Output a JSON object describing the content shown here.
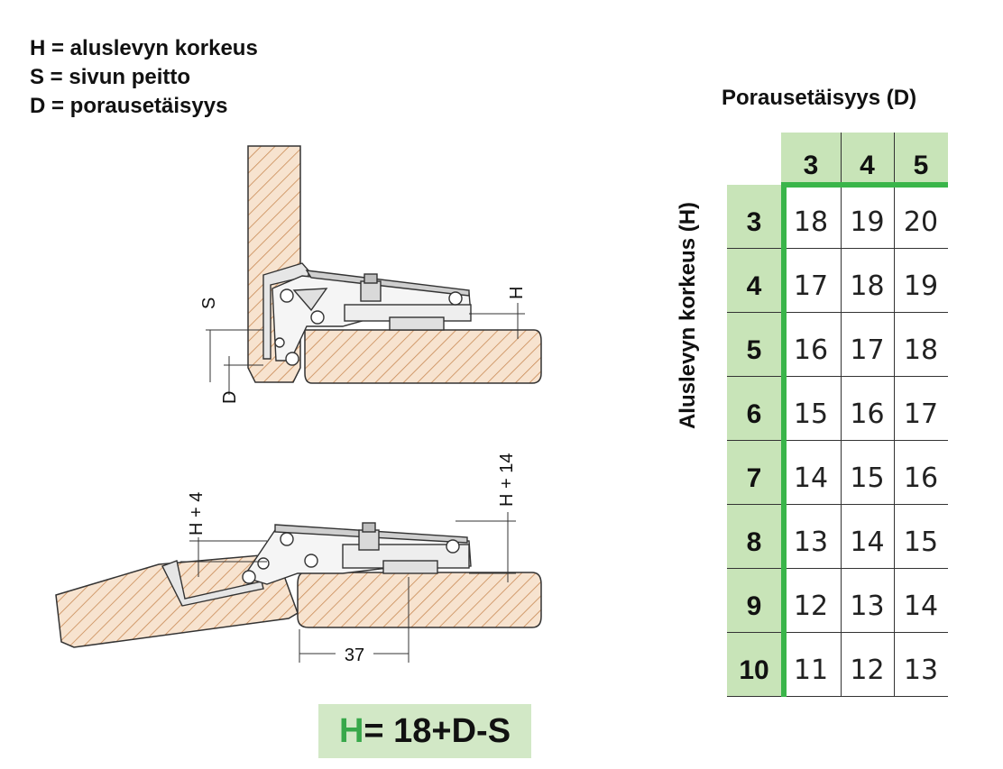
{
  "legend": [
    "H = aluslevyn korkeus",
    "S = sivun peitto",
    "D = porausetäisyys"
  ],
  "diagram_labels": {
    "s": "S",
    "d": "D",
    "h": "H",
    "h_plus_4": "H + 4",
    "h_plus_14": "H + 14",
    "dim_37": "37"
  },
  "formula": {
    "h": "H",
    "rest": "= 18+D-S"
  },
  "table": {
    "title": "Porausetäisyys (D)",
    "row_axis_title": "Aluslevyn korkeus (H)",
    "columns": [
      "3",
      "4",
      "5"
    ],
    "rows": [
      {
        "h": "3",
        "values": [
          "18",
          "19",
          "20"
        ]
      },
      {
        "h": "4",
        "values": [
          "17",
          "18",
          "19"
        ]
      },
      {
        "h": "5",
        "values": [
          "16",
          "17",
          "18"
        ]
      },
      {
        "h": "6",
        "values": [
          "15",
          "16",
          "17"
        ]
      },
      {
        "h": "7",
        "values": [
          "14",
          "15",
          "16"
        ]
      },
      {
        "h": "8",
        "values": [
          "13",
          "14",
          "15"
        ]
      },
      {
        "h": "9",
        "values": [
          "12",
          "13",
          "14"
        ]
      },
      {
        "h": "10",
        "values": [
          "11",
          "12",
          "13"
        ]
      }
    ]
  },
  "colors": {
    "accent": "#3ab54a",
    "header_bg": "#c8e4b8",
    "wood_line": "#c98a55",
    "wood_bg": "#f7e3cf"
  }
}
